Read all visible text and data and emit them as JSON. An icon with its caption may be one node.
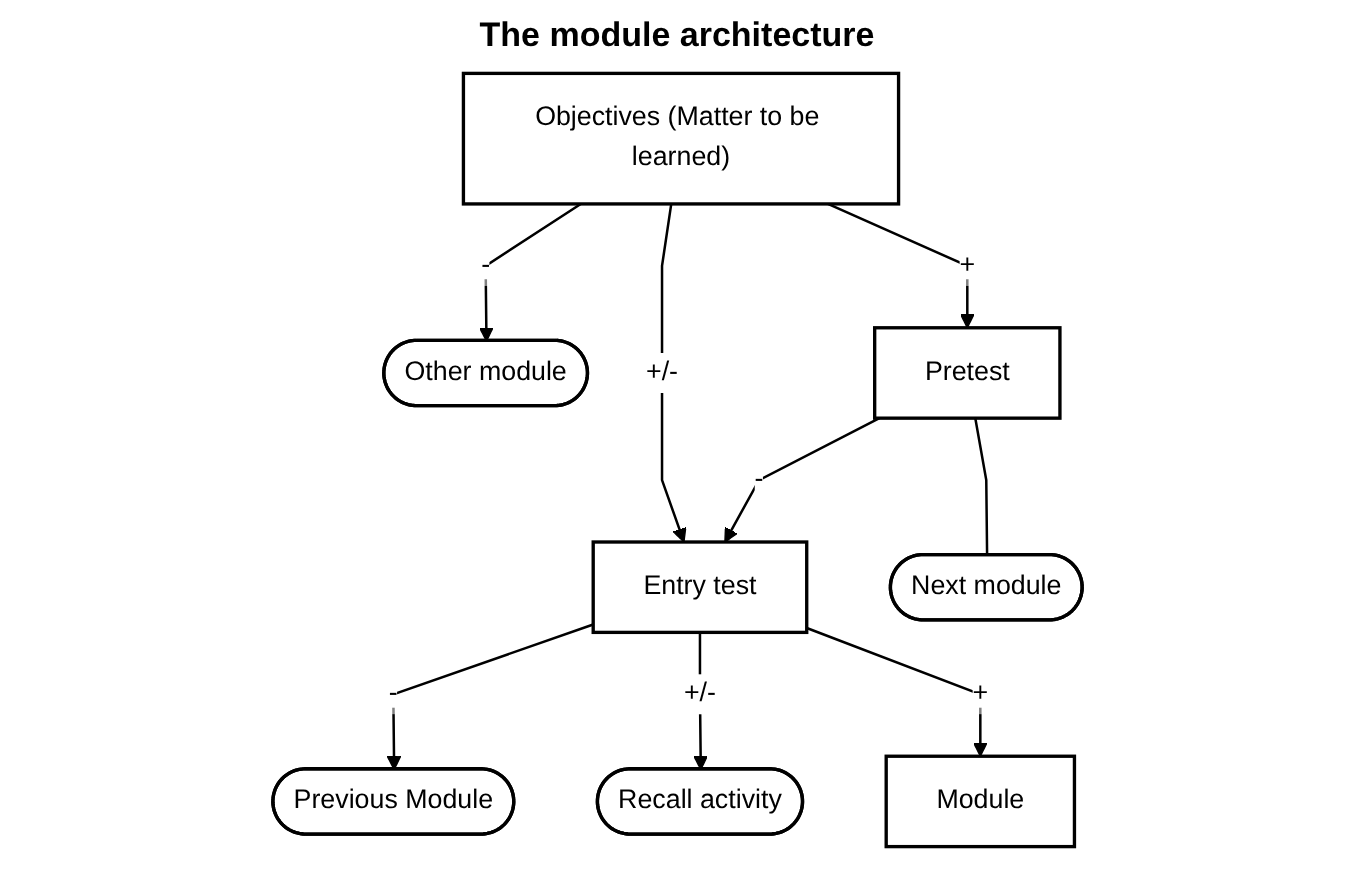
{
  "diagram": {
    "title": "The module architecture",
    "nodes": [
      {
        "text": [
          "Objectives (Matter to be learned)"
        ]
      },
      {
        "text": [
          "Other module"
        ]
      },
      {
        "text": [
          "Pretest"
        ]
      },
      {
        "text": [
          "Entry test"
        ]
      },
      {
        "text": [
          "Previous Module"
        ]
      },
      {
        "text": [
          "Recall activity"
        ]
      },
      {
        "text": [
          "Next module"
        ]
      },
      {
        "text": [
          "Module"
        ]
      }
    ],
    "edges": [
      {
        "from": 0,
        "to": 2,
        "arrow": "to",
        "label": "+"
      },
      {
        "from": 0,
        "to": 1,
        "arrow": "to",
        "label": "-"
      },
      {
        "from": 0,
        "to": 3,
        "arrow": "to",
        "label": "+/-"
      },
      {
        "from": 2,
        "to": 3,
        "arrow": "to",
        "label": "-"
      },
      {
        "from": 3,
        "to": 4,
        "arrow": "to",
        "label": "-"
      },
      {
        "from": 3,
        "to": 5,
        "arrow": "to",
        "label": "+/-"
      },
      {
        "from": 3,
        "to": 7,
        "arrow": "to",
        "label": "+"
      },
      {
        "from": 2,
        "to": 6,
        "arrow": "none"
      }
    ]
  }
}
